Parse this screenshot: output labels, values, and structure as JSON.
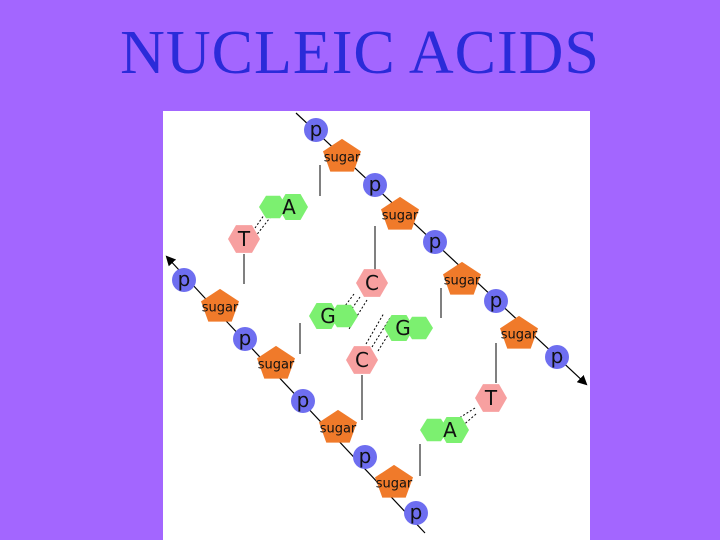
{
  "slide": {
    "title": "NUCLEIC ACIDS"
  },
  "labels": {
    "phosphate": "p",
    "sugar": "sugar"
  },
  "colors": {
    "background": "#A366FF",
    "title": "#2B2BD9",
    "phosphate": "#6E6EF0",
    "sugar": "#F07A2A",
    "purine": "#7CF070",
    "pyrimidine": "#F7A0A0"
  },
  "strand_left": {
    "phosphates": [
      "p",
      "p",
      "p",
      "p",
      "p"
    ],
    "sugars": [
      "sugar",
      "sugar",
      "sugar",
      "sugar"
    ]
  },
  "strand_right": {
    "phosphates": [
      "p",
      "p",
      "p",
      "p",
      "p"
    ],
    "sugars": [
      "sugar",
      "sugar",
      "sugar",
      "sugar"
    ]
  },
  "base_pairs": [
    {
      "pyrimidine": "T",
      "purine": "A"
    },
    {
      "pyrimidine": "C",
      "purine": "G"
    },
    {
      "pyrimidine": "C",
      "purine": "G"
    },
    {
      "pyrimidine": "T",
      "purine": "A"
    }
  ]
}
